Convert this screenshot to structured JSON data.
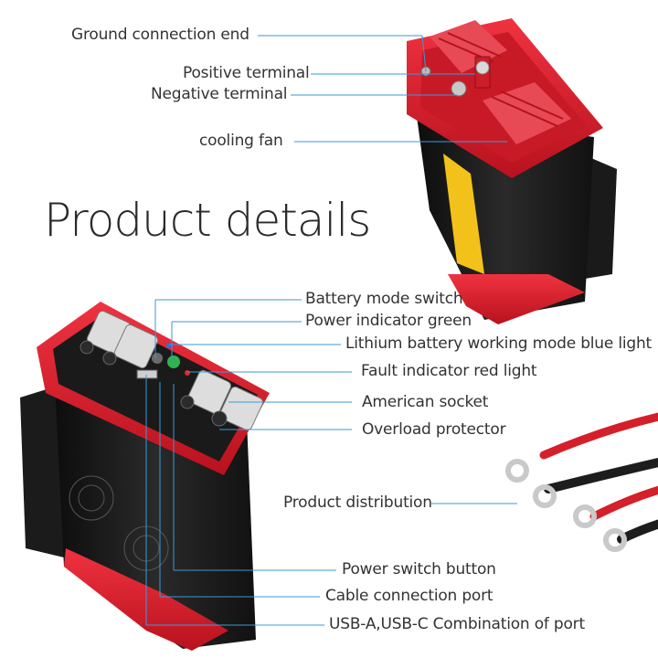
{
  "heading": "Product details",
  "callouts": {
    "ground": "Ground connection end",
    "positive": "Positive terminal",
    "negative": "Negative terminal",
    "fan": "cooling fan",
    "battery_mode": "Battery mode switch",
    "power_green": "Power indicator green",
    "lithium_blue": "Lithium battery working mode blue light",
    "fault_red": "Fault indicator red light",
    "socket": "American socket",
    "overload": "Overload protector",
    "distribution": "Product distribution",
    "power_switch": "Power switch button",
    "cable_port": "Cable connection port",
    "usb": "USB-A,USB-C  Combination of port"
  },
  "colors": {
    "accent_red": "#e0202e",
    "body_black": "#1c1c1c",
    "callout_line": "#3a9ad9",
    "label_yellow": "#f2c21a"
  }
}
